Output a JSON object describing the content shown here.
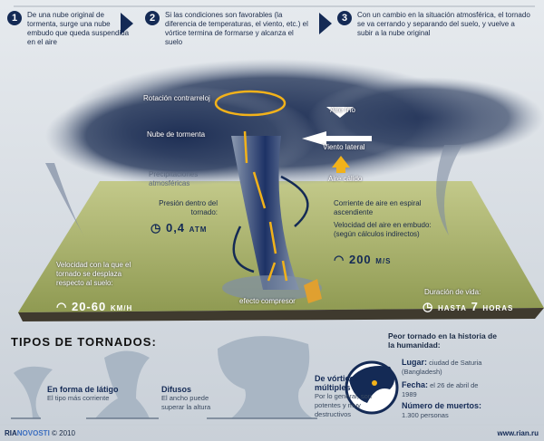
{
  "steps": [
    {
      "number": "1",
      "text": "De una nube original de tormenta, surge una nube embudo que queda suspendida en el aire"
    },
    {
      "number": "2",
      "text": "Si las condiciones son favorables (la diferencia de temperaturas, el viento, etc.) el vórtice termina de formarse y alcanza el suelo"
    },
    {
      "number": "3",
      "text": "Con un cambio en la situación atmosférica, el tornado se va cerrando y separando del suelo, y vuelve a subir a la nube original"
    }
  ],
  "diagram": {
    "rotation": "Rotación contrarreloj",
    "storm_cloud": "Nube de tormenta",
    "cold_air": "Aire frío",
    "side_wind": "Viento lateral",
    "warm_air": "Aire cálido",
    "precipitation": "Precipitaciones atmosféricas",
    "pressure_label": "Presión dentro del tornado:",
    "pressure_value": "0,4",
    "pressure_unit": "ATM",
    "spiral_current": "Corriente de aire en espiral ascendiente",
    "funnel_speed_label": "Velocidad del aire en embudo: (según cálculos indirectos)",
    "funnel_speed_value": "200",
    "funnel_speed_unit": "M/S",
    "ground_speed_label": "Velocidad con la que el tornado se desplaza respecto al suelo:",
    "ground_speed_value": "20-60",
    "ground_speed_unit": "KM/H",
    "compressor": "efecto compresor",
    "lifetime_label": "Duración de vida:",
    "lifetime_prefix": "HASTA",
    "lifetime_value": "7",
    "lifetime_unit": "HORAS"
  },
  "types": {
    "title": "TIPOS DE TORNADOS:",
    "items": [
      {
        "name": "En forma de látigo",
        "desc": "El tipo más corriente"
      },
      {
        "name": "Difusos",
        "desc": "El ancho puede superar la altura"
      },
      {
        "name": "De vórtices múltiples",
        "desc": "Por lo general, son potentes y muy destructivos"
      }
    ]
  },
  "worst": {
    "title": "Peor tornado en la historia de la humanidad:",
    "place_label": "Lugar:",
    "place": "ciudad de Saturia (Bangladesh)",
    "date_label": "Fecha:",
    "date": "el 26 de abril de 1989",
    "deaths_label": "Número de muertos:",
    "deaths": "1.300 personas"
  },
  "footer": {
    "brand_ria": "RIA",
    "brand_novosti": "NOVOSTI",
    "copyright": "© 2010",
    "url": "www.rian.ru"
  },
  "colors": {
    "navy": "#142a55",
    "yellow": "#f2b21a",
    "grass": "#a3ad62",
    "cloud": "#2b3c5e"
  }
}
